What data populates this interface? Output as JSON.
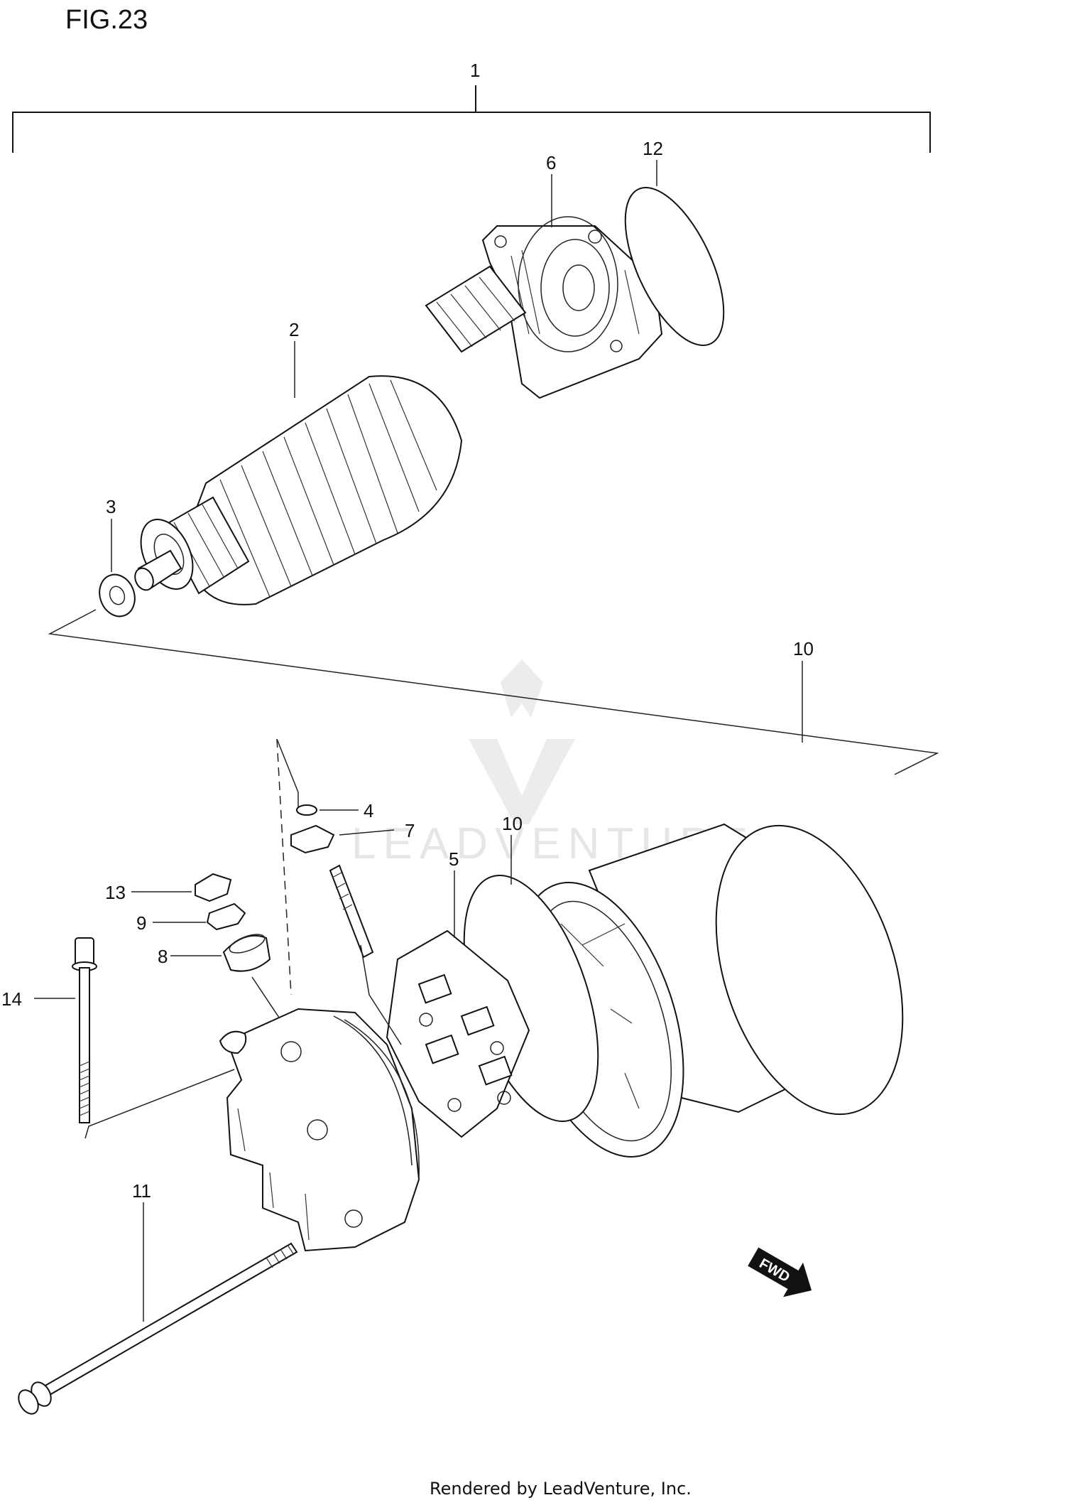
{
  "figure": {
    "title": "FIG.23"
  },
  "callouts": {
    "c1": "1",
    "c2": "2",
    "c3": "3",
    "c4": "4",
    "c5": "5",
    "c6": "6",
    "c7": "7",
    "c8": "8",
    "c9": "9",
    "c10a": "10",
    "c10b": "10",
    "c11": "11",
    "c12": "12",
    "c13": "13",
    "c14": "14"
  },
  "badge": {
    "fwd": "FWD"
  },
  "watermark": {
    "brand": "LEADVENTURE"
  },
  "footer": {
    "text": "Rendered by LeadVenture, Inc."
  }
}
